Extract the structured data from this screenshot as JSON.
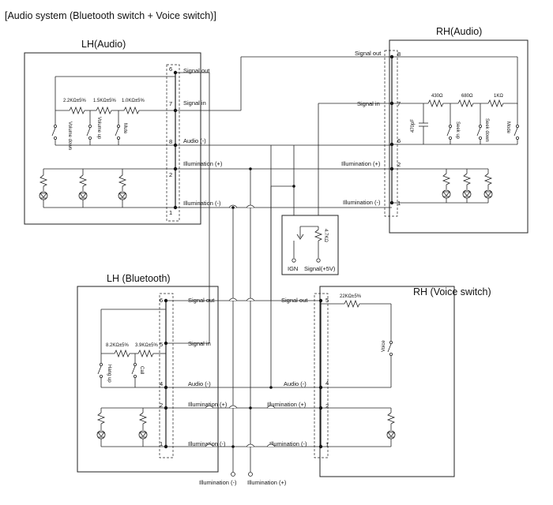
{
  "title": "[Audio system (Bluetooth switch + Voice switch)]",
  "lh_audio": {
    "title": "LH(Audio)",
    "pins": [
      "6",
      "7",
      "8",
      "2",
      "1"
    ],
    "signals": [
      "Signal out",
      "Signal in",
      "Audio (-)",
      "Illumination (+)",
      "Illumination (-)"
    ],
    "resistors": [
      "2.2KΩ±5%",
      "1.5KΩ±5%",
      "1.0KΩ±5%"
    ],
    "switches": [
      "Volume down",
      "Volume up",
      "Mute"
    ]
  },
  "rh_audio": {
    "title": "RH(Audio)",
    "pins": [
      "8",
      "7",
      "6",
      "2",
      "1"
    ],
    "signals": [
      "Signal out",
      "Signal in",
      "Illumination (+)",
      "Illumination (-)"
    ],
    "resistors": [
      "430Ω",
      "680Ω",
      "1KΩ"
    ],
    "capacitor": "470pF",
    "switches": [
      "Seek up",
      "Seek down",
      "Mode"
    ]
  },
  "center_box": {
    "resistor": "4.7KΩ",
    "labels": [
      "IGN",
      "Signal(+5V)"
    ]
  },
  "lh_bluetooth": {
    "title": "LH (Bluetooth)",
    "pins": [
      "6",
      "5",
      "4",
      "2",
      "1"
    ],
    "signals": [
      "Signal out",
      "Signal in",
      "Audio (-)",
      "Illumination (+)",
      "Illumination (-)"
    ],
    "resistors": [
      "8.2KΩ±5%",
      "3.9KΩ±5%"
    ],
    "switches": [
      "Hang up",
      "Call"
    ]
  },
  "rh_voice": {
    "title": "RH (Voice switch)",
    "pins": [
      "5",
      "4",
      "2",
      "1"
    ],
    "signals": [
      "Signal out",
      "Audio (-)",
      "Illumination (+)",
      "Illumination (-)"
    ],
    "resistor": "22KΩ±5%",
    "switch": "Voice"
  },
  "bottom_labels": [
    "Illumination (-)",
    "Illumination (+)"
  ]
}
